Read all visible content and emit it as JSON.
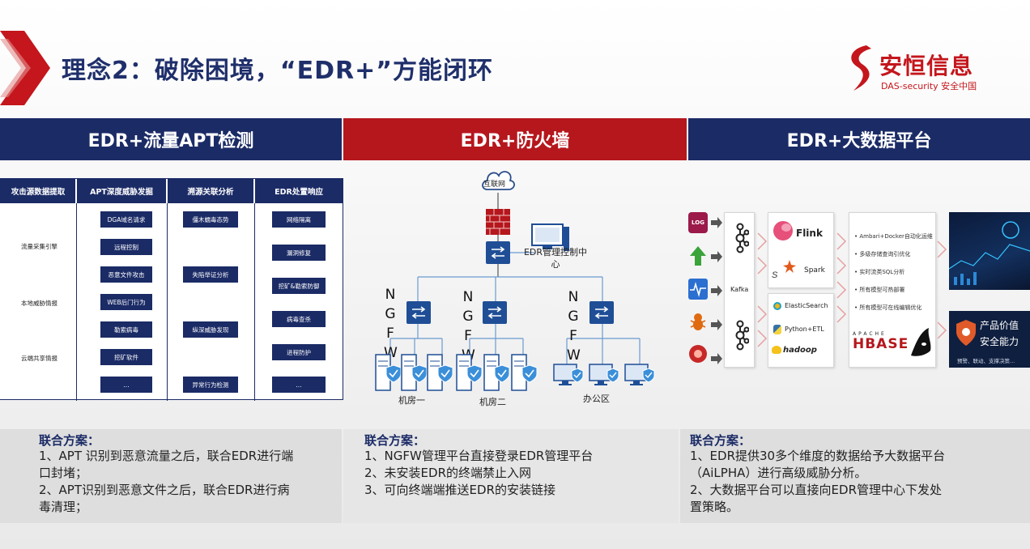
{
  "header": {
    "title": "理念2：破除困境，“EDR+”方能闭环",
    "logo_main": "安恒信息",
    "logo_sub": "DAS-security  安全中国"
  },
  "columns": [
    {
      "title": "EDR+流量APT检测"
    },
    {
      "title": "EDR+防火墙"
    },
    {
      "title": "EDR+大数据平台"
    }
  ],
  "apt": {
    "headers": [
      "攻击源数据提取",
      "APT深度威胁发掘",
      "溯源关联分析",
      "EDR处置响应"
    ],
    "col1": [
      "流量采集引擎",
      "本地威胁情报",
      "云端共享情报"
    ],
    "col2": [
      "DGA域名请求",
      "远程控制",
      "恶意文件攻击",
      "WEB后门行为",
      "勒索病毒",
      "挖矿软件",
      "..."
    ],
    "col3": [
      "僵木蠕毒态势",
      "失陷举证分析",
      "纵深威胁发现",
      "异常行为检测"
    ],
    "col4": [
      "网络隔离",
      "漏洞修复",
      "挖矿&勒索防御",
      "病毒查杀",
      "进程防护",
      "..."
    ]
  },
  "firewall": {
    "internet": "互联网",
    "center": "EDR管理控制中心",
    "ngfw": "NGFW",
    "zones": [
      "机房一",
      "机房二",
      "办公区"
    ]
  },
  "bigdata": {
    "left_icons": [
      "LOG"
    ],
    "kafka": "Kafka",
    "engines": [
      "Flink",
      "Spark",
      "ElasticSearch",
      "Python+ETL",
      "hadoop",
      "HBASE"
    ],
    "features": [
      "Ambari+Docker自动化运维",
      "多级存储查询引优化",
      "实时流类SQL分析",
      "所有模型可热部署",
      "所有模型可在线编辑优化"
    ],
    "result_title": "产品价值 安全能力",
    "result_sub": "预警、联动、支撑决策..."
  },
  "desc": [
    {
      "title": "联合方案：",
      "lines": [
        "1、APT 识别到恶意流量之后，联合EDR进行端",
        "口封堵；",
        "2、APT识别到恶意文件之后，联合EDR进行病",
        "毒清理；"
      ]
    },
    {
      "title": "联合方案：",
      "lines": [
        "1、NGFW管理平台直接登录EDR管理平台",
        "2、未安装EDR的终端禁止入网",
        "3、可向终端端推送EDR的安装链接"
      ]
    },
    {
      "title": "联合方案：",
      "lines": [
        "1、EDR提供30多个维度的数据给予大数据平台",
        "（AiLPHA）进行高级威胁分析。",
        "2、大数据平台可以直接向EDR管理中心下发处",
        "置策略。"
      ]
    }
  ],
  "colors": {
    "navy": "#1b2b66",
    "red": "#b5171d"
  }
}
